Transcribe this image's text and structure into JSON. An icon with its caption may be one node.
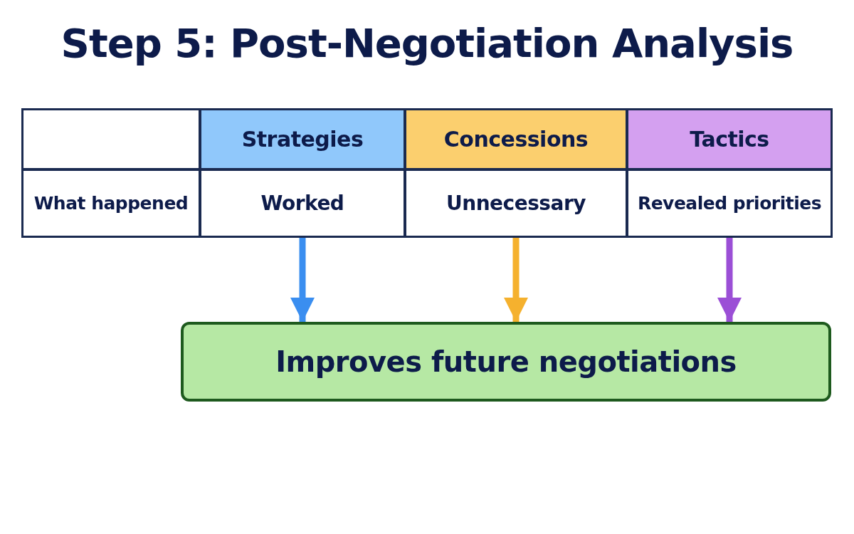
{
  "diagram": {
    "title": "Step 5: Post-Negotiation Analysis",
    "nodes": [
      {
        "text": [],
        "shape": "box"
      },
      {
        "text": [
          "Strategies"
        ]
      },
      {
        "text": [
          "Concessions"
        ]
      },
      {
        "text": [
          "Tactics"
        ]
      },
      {
        "text": [
          "What happened"
        ]
      },
      {
        "text": [
          "Worked"
        ]
      },
      {
        "text": [
          "Unnecessary"
        ]
      },
      {
        "text": [
          "Revealed priorities"
        ]
      },
      {
        "text": [
          "Improves future negotiations"
        ]
      }
    ],
    "edges": [
      {
        "from": 5,
        "to": 8,
        "arrow": "to",
        "color": "#3a8ef0"
      },
      {
        "from": 6,
        "to": 8,
        "arrow": "to",
        "color": "#f5b12e"
      },
      {
        "from": 7,
        "to": 8,
        "arrow": "to",
        "color": "#9b4fd6"
      }
    ]
  }
}
